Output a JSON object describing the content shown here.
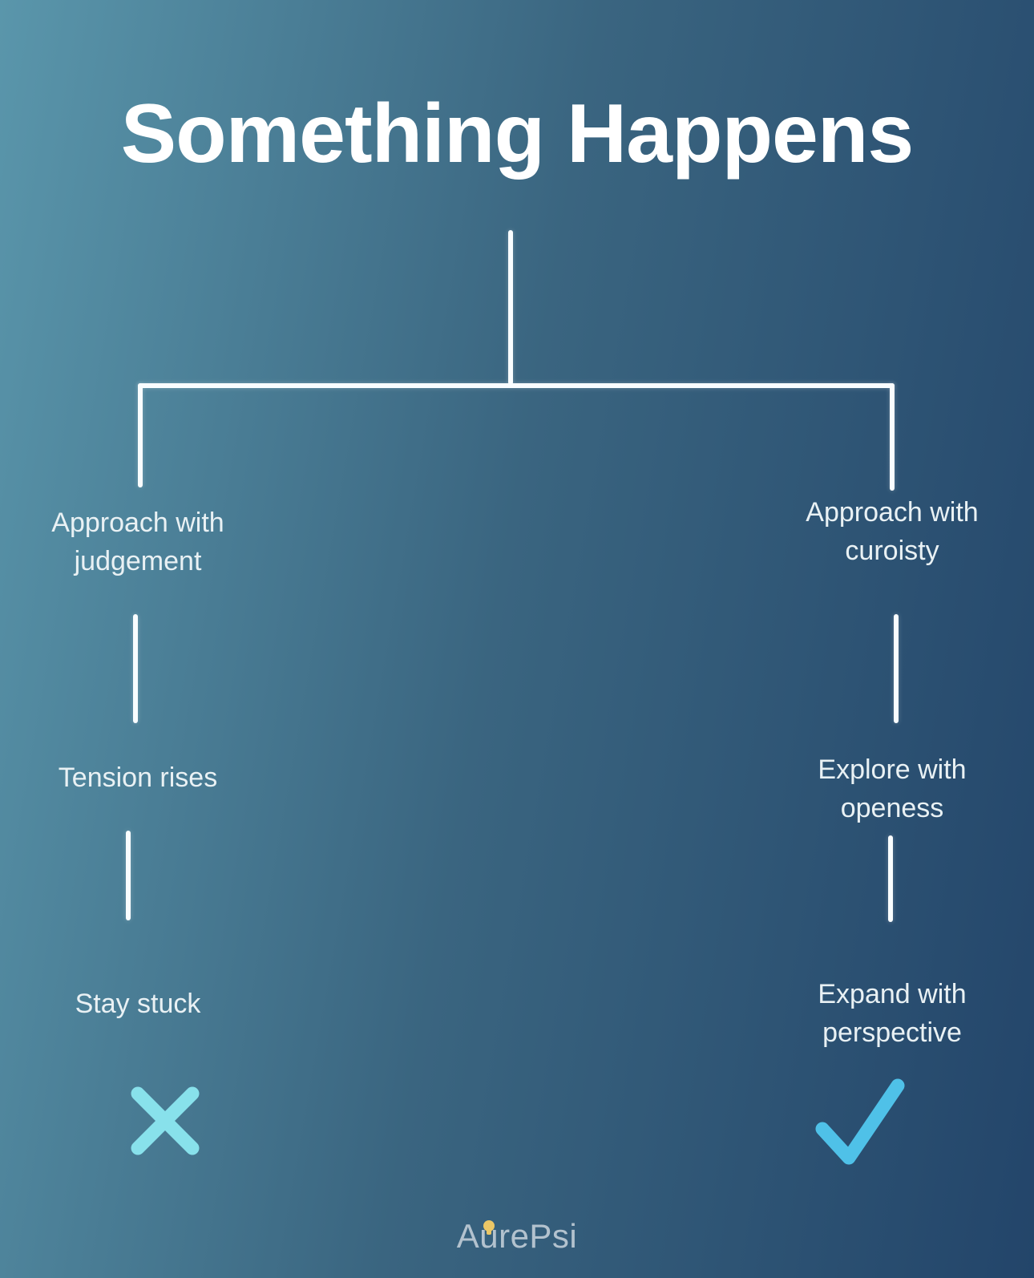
{
  "title": "Something Happens",
  "branches": {
    "left": {
      "steps": [
        "Approach with judgement",
        "Tension rises",
        "Stay stuck"
      ],
      "outcome": "x-mark"
    },
    "right": {
      "steps": [
        "Approach with curoisty",
        "Explore with openess",
        "Expand with perspective"
      ],
      "outcome": "check-mark"
    }
  },
  "footer": {
    "brand_prefix": "A",
    "brand_bulb_letter": "u",
    "brand_suffix": "rePsi"
  },
  "colors": {
    "bg_gradient_start": "#5A96AB",
    "bg_gradient_end": "#23456A",
    "connector_line": "#F9FDFF",
    "title_text": "#FFFFFF",
    "step_text": "#E9F1F4",
    "x_mark": "#88E1EB",
    "check_mark": "#4FC1E8",
    "brand_text": "#B3C2CE",
    "brand_bulb": "#EBC766"
  }
}
